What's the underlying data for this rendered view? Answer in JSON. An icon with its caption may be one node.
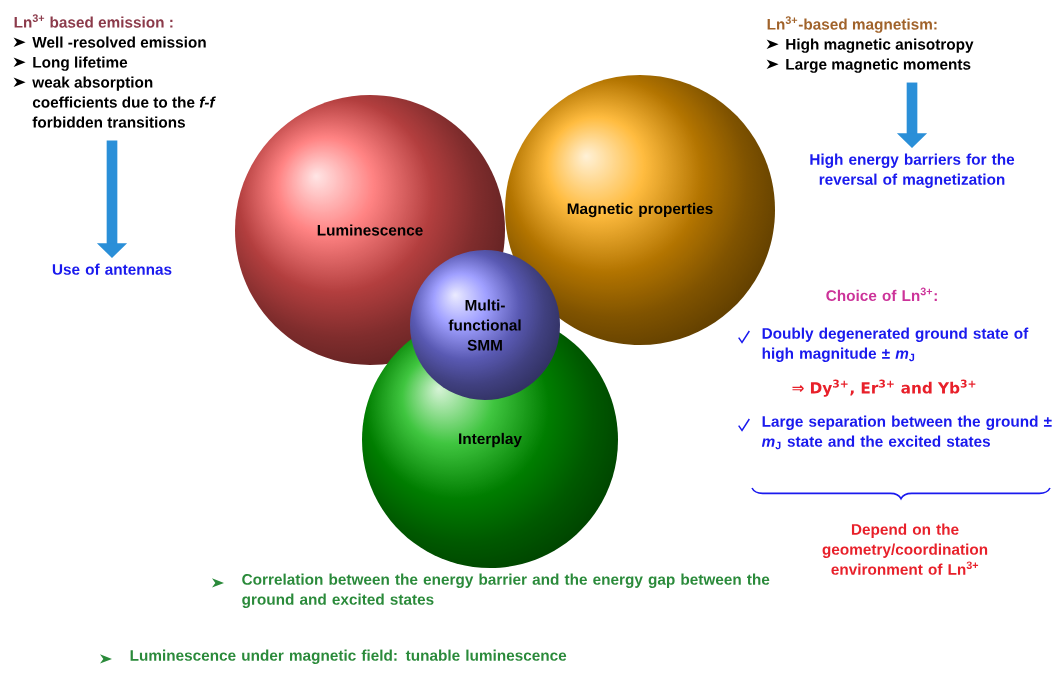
{
  "diagram": {
    "nodes": [
      {
        "text": [
          "Luminescence"
        ]
      },
      {
        "text": [
          "Magnetic properties"
        ]
      },
      {
        "text": [
          "Interplay"
        ]
      },
      {
        "text": [
          "Multi-functional SMM"
        ]
      },
      {
        "text": [
          "Ln$^{3+}$ based emission :",
          "Well -resolved emission",
          "Long lifetime",
          "weak absorption coefficients due to the *f-f* forbidden transitions"
        ]
      },
      {
        "text": [
          "Use of antennas"
        ]
      },
      {
        "text": [
          "Ln$^{3+}$-based magnetism:",
          "High magnetic anisotropy",
          "Large magnetic moments"
        ]
      },
      {
        "text": [
          "High energy barriers for the reversal of magnetization"
        ]
      }
    ],
    "edges": [
      {
        "from": 4,
        "to": 5,
        "arrow": "to"
      },
      {
        "from": 6,
        "to": 7,
        "arrow": "to"
      }
    ],
    "labels": [
      "Choice of Ln$^{3+}$:",
      "Doubly degenerated ground state of high magnitude ± *m*$_{J}$",
      "⇒ Dy$^{3+}$, Er$^{3+}$ and Yb$^{3+}$",
      "Large separation between the ground ± *m*$_{J}$ state and the excited states",
      "Depend on the geometry/coordination environment of Ln$^{3+}$",
      "Correlation between the energy barrier and the energy gap between the ground and excited states",
      "Luminescence under magnetic field: tunable luminescence"
    ]
  }
}
